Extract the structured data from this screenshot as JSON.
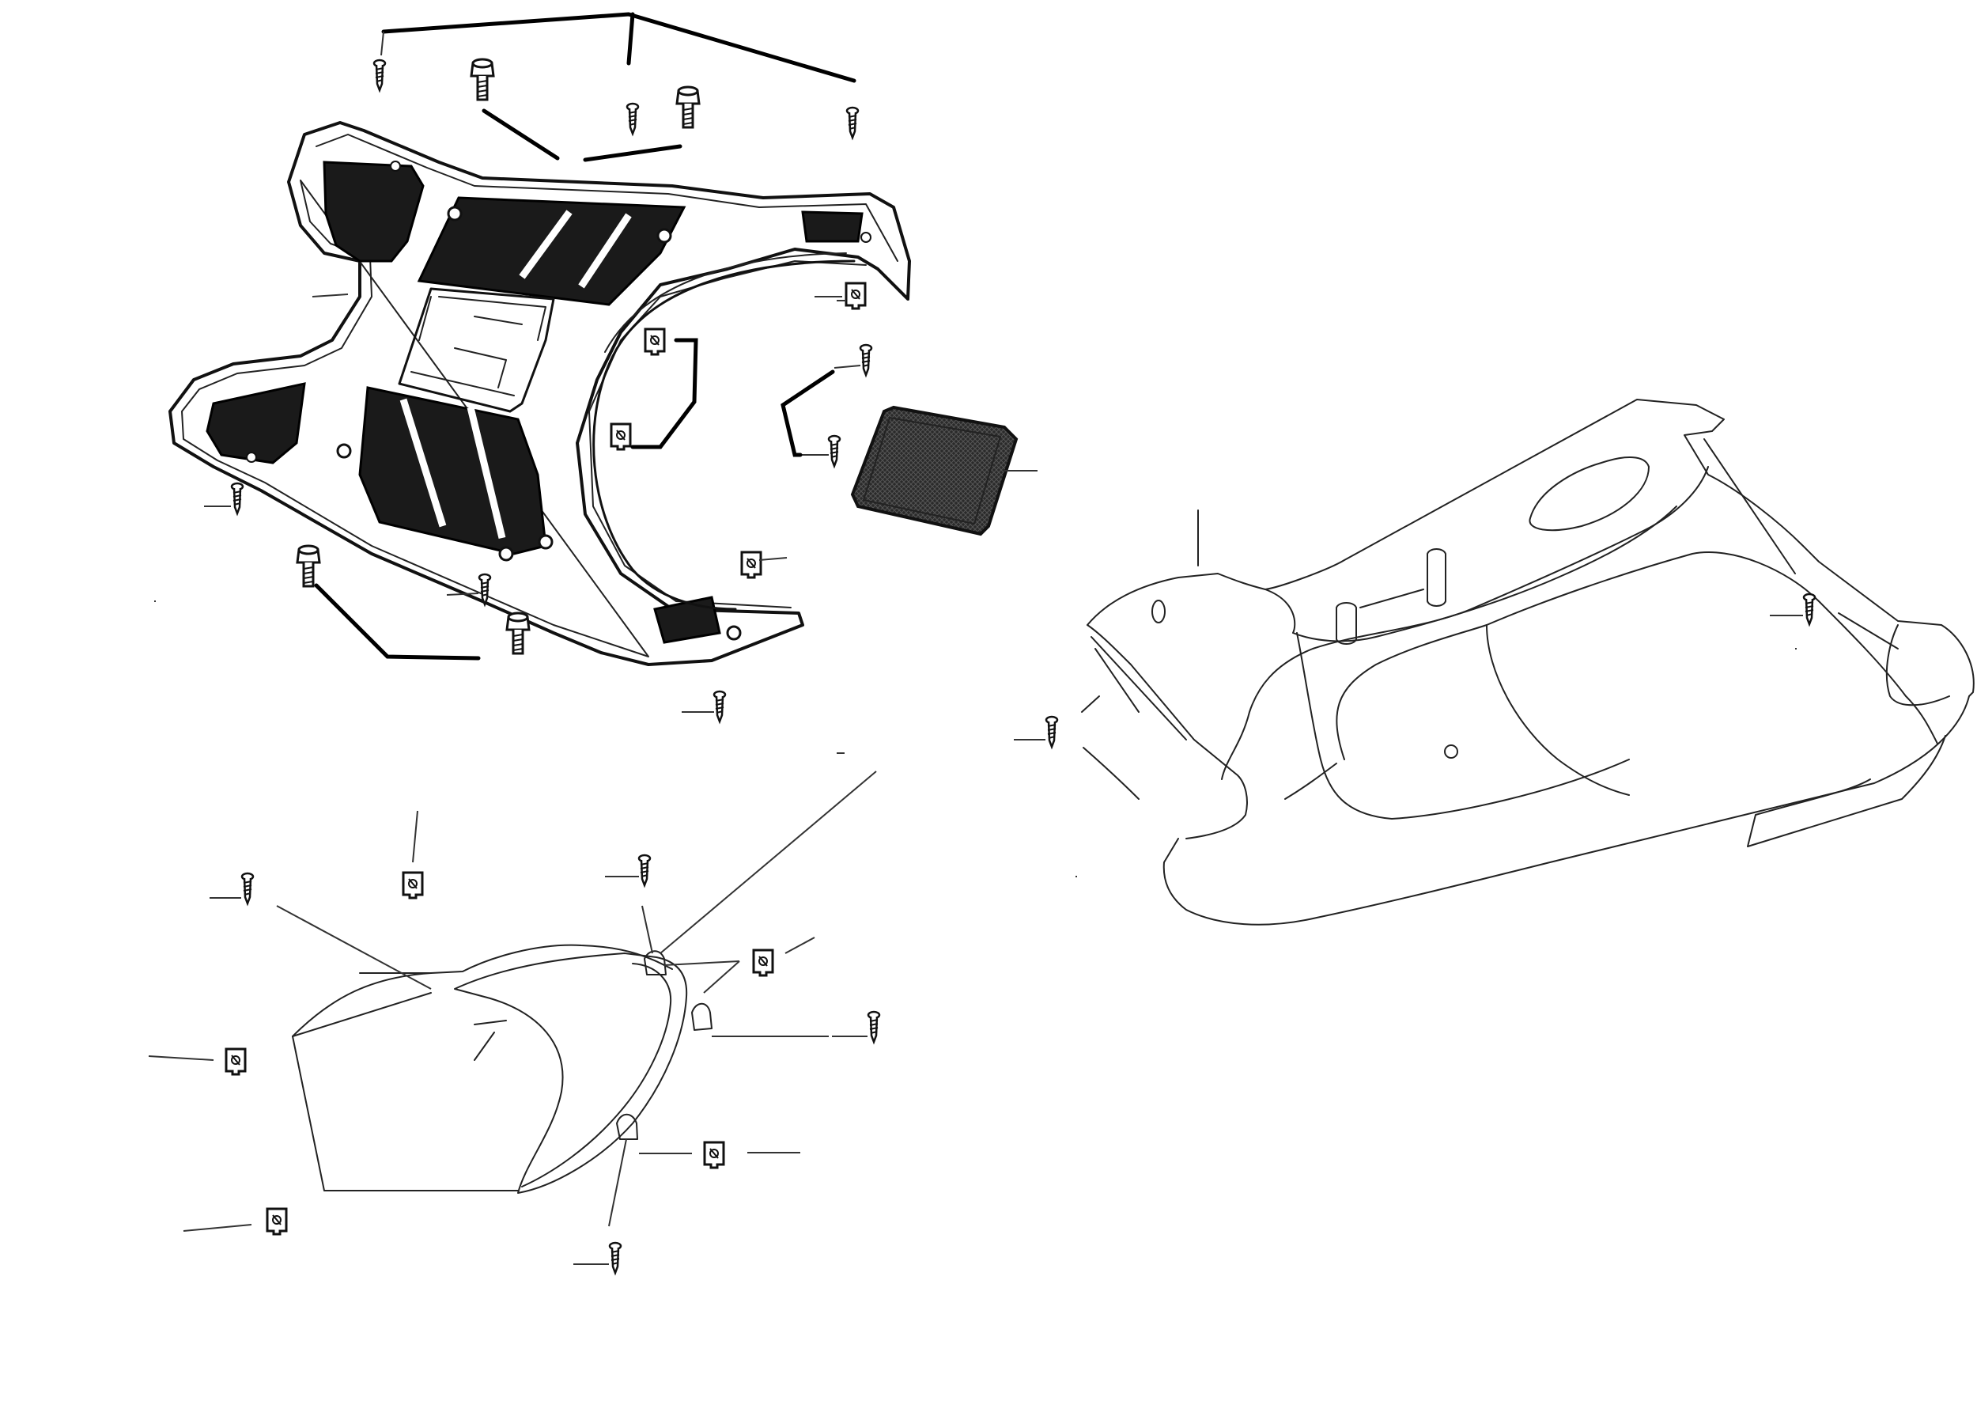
{
  "diagram": {
    "kind": "exploded-parts-diagram",
    "parts": [
      {
        "id": "floor-panel",
        "description_icon": "floor-panel-icon"
      },
      {
        "id": "floor-mat-insert",
        "description_icon": "floor-mat-icon"
      },
      {
        "id": "seat",
        "description_icon": "seat-icon"
      },
      {
        "id": "under-cover",
        "description_icon": "under-cover-icon"
      }
    ],
    "colors": {
      "ink": "#111111",
      "mat": "#1a1a1a",
      "background": "#ffffff"
    }
  }
}
